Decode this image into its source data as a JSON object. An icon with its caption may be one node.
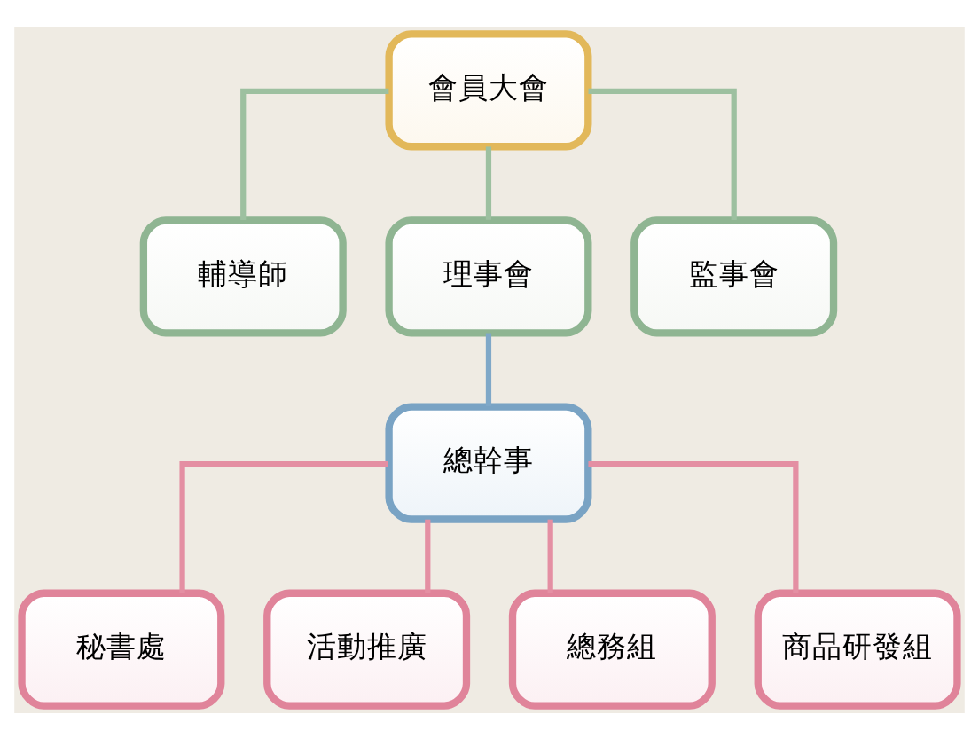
{
  "diagram": {
    "nodes": [
      {
        "text": [
          "會員大會"
        ]
      },
      {
        "text": [
          "輔導師"
        ]
      },
      {
        "text": [
          "理事會"
        ]
      },
      {
        "text": [
          "監事會"
        ]
      },
      {
        "text": [
          "總幹事"
        ]
      },
      {
        "text": [
          "秘書處"
        ]
      },
      {
        "text": [
          "活動推廣"
        ]
      },
      {
        "text": [
          "總務組"
        ]
      },
      {
        "text": [
          "商品研發組"
        ]
      }
    ],
    "edges": [
      {
        "from": 0,
        "to": 1,
        "arrow": "none",
        "color": "#9dc0a0"
      },
      {
        "from": 0,
        "to": 2,
        "arrow": "none",
        "color": "#9dc0a0"
      },
      {
        "from": 0,
        "to": 3,
        "arrow": "none",
        "color": "#9dc0a0"
      },
      {
        "from": 2,
        "to": 4,
        "arrow": "none",
        "color": "#7fa8c8"
      },
      {
        "from": 4,
        "to": 5,
        "arrow": "none"
      },
      {
        "from": 4,
        "to": 6,
        "arrow": "none"
      },
      {
        "from": 4,
        "to": 7,
        "arrow": "none"
      },
      {
        "from": 4,
        "to": 8,
        "arrow": "none"
      }
    ]
  }
}
